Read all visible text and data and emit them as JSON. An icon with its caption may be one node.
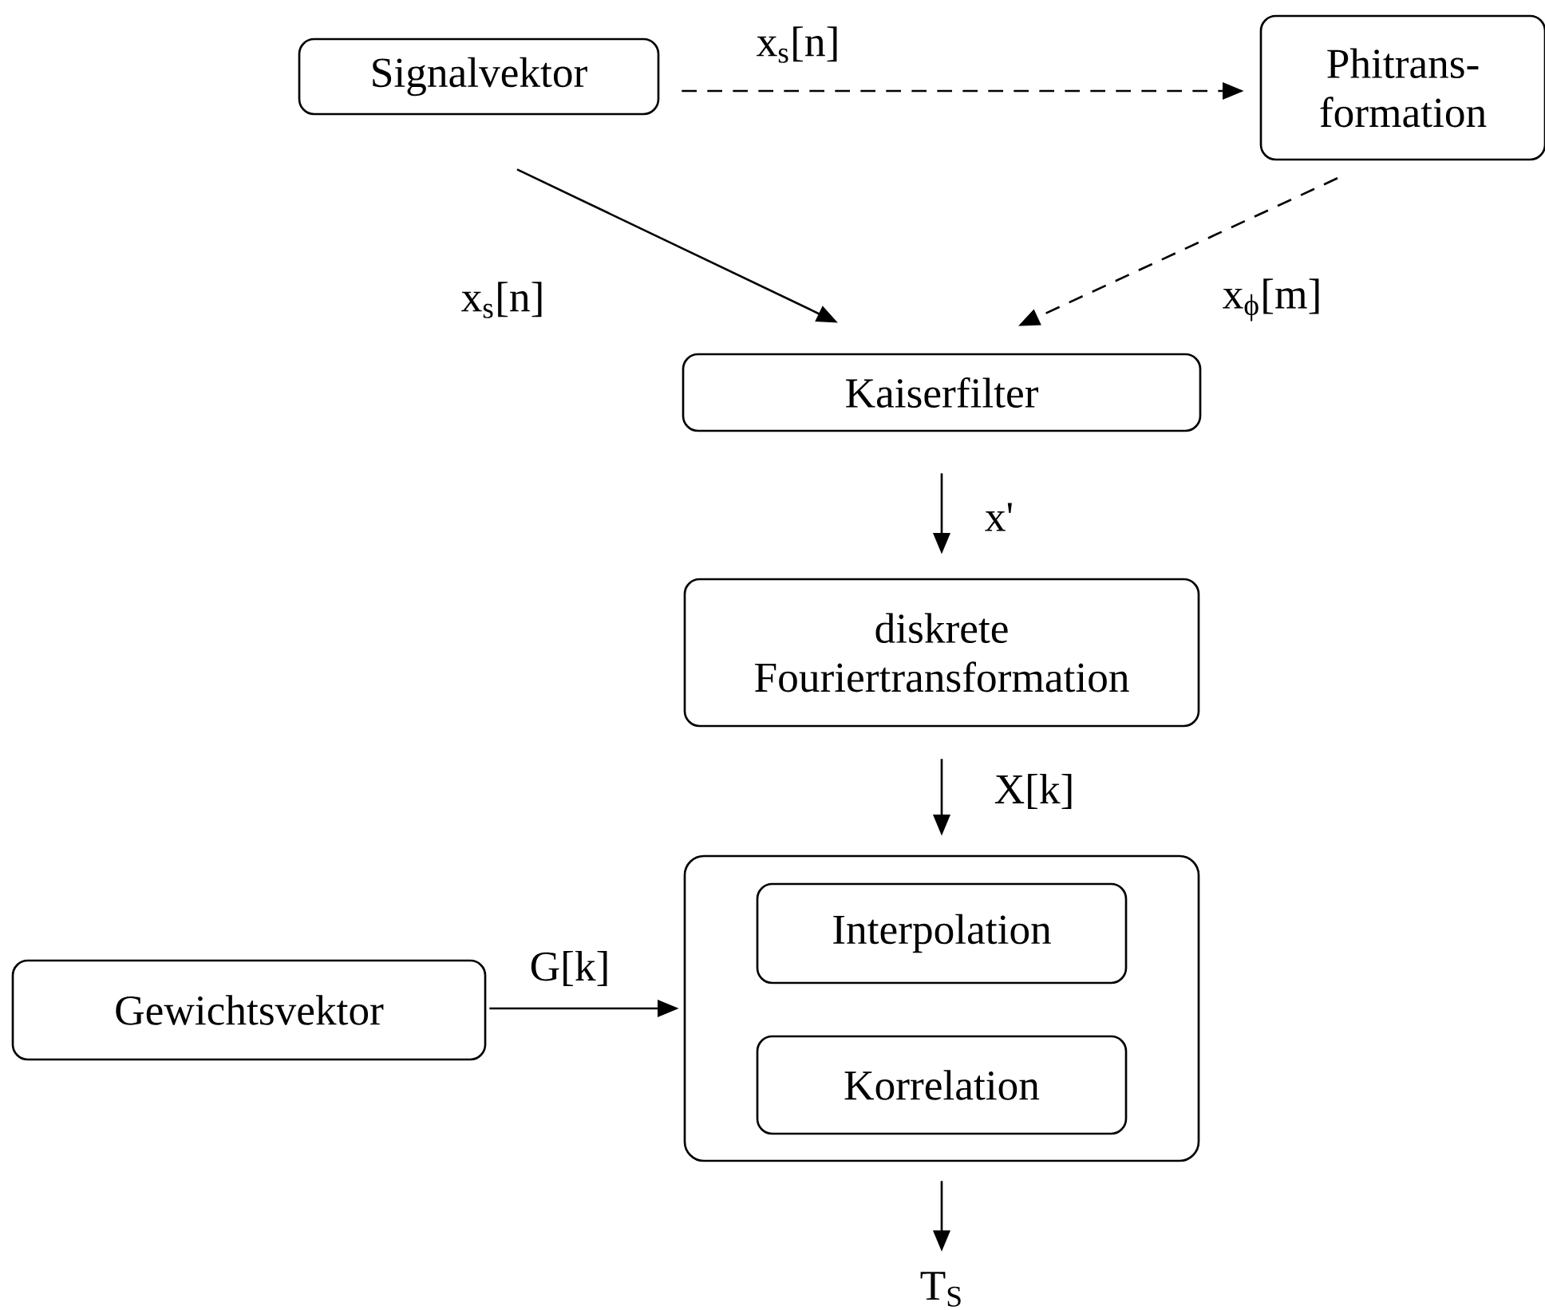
{
  "diagram": {
    "nodes": [
      {
        "text": [
          "Signalvektor"
        ]
      },
      {
        "text": [
          "Phitrans- formation"
        ]
      },
      {
        "text": [
          "Kaiserfilter"
        ]
      },
      {
        "text": [
          "diskrete Fouriertransformation"
        ]
      },
      {
        "text": [],
        "shape": "box"
      },
      {
        "text": [
          "Interpolation"
        ],
        "in": 4
      },
      {
        "text": [
          "Korrelation"
        ],
        "in": 4
      },
      {
        "text": [
          "Gewichtsvektor"
        ]
      },
      {
        "text": [
          "T$_{S}$"
        ]
      }
    ],
    "edges": [
      {
        "from": 0,
        "to": 1,
        "arrow": "to",
        "label": "x$_{s}$[n]",
        "style": "dashed"
      },
      {
        "from": 0,
        "to": 2,
        "arrow": "to",
        "label": "x$_{s}$[n]"
      },
      {
        "from": 1,
        "to": 2,
        "arrow": "to",
        "label": "x$_{ϕ}$[m]",
        "style": "dashed"
      },
      {
        "from": 2,
        "to": 3,
        "arrow": "to",
        "label": "x'"
      },
      {
        "from": 3,
        "to": 4,
        "arrow": "to",
        "label": "X[k]"
      },
      {
        "from": 7,
        "to": 4,
        "arrow": "to",
        "label": "G[k]"
      },
      {
        "from": 4,
        "to": 8,
        "arrow": "to"
      }
    ]
  }
}
